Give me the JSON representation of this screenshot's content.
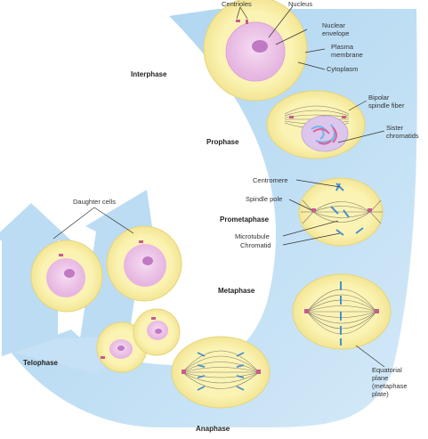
{
  "phases": {
    "interphase": "Interphase",
    "prophase": "Prophase",
    "prometaphase": "Prometaphase",
    "metaphase": "Metaphase",
    "anaphase": "Anaphase",
    "telophase": "Telophase"
  },
  "labels": {
    "centrioles": "Centrioles",
    "nucleus": "Nucleus",
    "nuclear_envelope_1": "Nuclear",
    "nuclear_envelope_2": "envelope",
    "plasma_membrane_1": "Plasma",
    "plasma_membrane_2": "membrane",
    "cytoplasm": "Cytoplasm",
    "bipolar_spindle_1": "Bipolar",
    "bipolar_spindle_2": "spindle fiber",
    "sister_chromatids_1": "Sister",
    "sister_chromatids_2": "chromatids",
    "centromere": "Centromere",
    "spindle_pole": "Spindle pole",
    "microtubule": "Microtubule",
    "chromatid": "Chromatid",
    "daughter_cells": "Daughter cells",
    "equatorial_1": "Equatorial",
    "equatorial_2": "plane",
    "equatorial_3": "(metaphase",
    "equatorial_4": "plate)"
  },
  "colors": {
    "arrow": "#a9d4f0",
    "cell_fill": "#fbf3b3",
    "cell_edge": "#e4d57c",
    "nucleus": "#eec2ea",
    "nucleolus": "#c07ac4",
    "chromosome": "#d34f86",
    "spindle": "#7e7a68"
  }
}
